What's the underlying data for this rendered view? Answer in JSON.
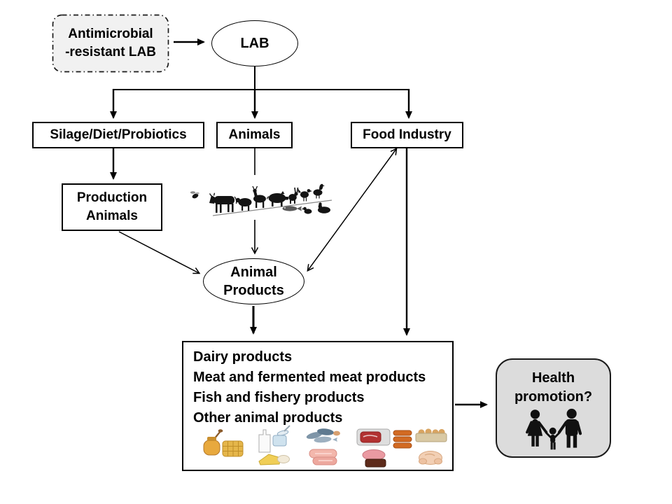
{
  "nodes": {
    "source": {
      "line1": "Antimicrobial",
      "line2": "-resistant LAB"
    },
    "lab": {
      "label": "LAB"
    },
    "silage": {
      "label": "Silage/Diet/Probiotics"
    },
    "animals": {
      "label": "Animals"
    },
    "food_industry": {
      "label": "Food Industry"
    },
    "production_animals": {
      "line1": "Production",
      "line2": "Animals"
    },
    "animal_products": {
      "line1": "Animal",
      "line2": "Products"
    },
    "products": {
      "lines": [
        "Dairy products",
        "Meat and fermented meat products",
        "Fish and fishery products",
        "Other animal products"
      ]
    },
    "health": {
      "line1": "Health",
      "line2": "promotion?"
    }
  },
  "icons": {
    "farm_animals": "farm-animal silhouettes: bee, cow, sheep, goat, pig, rabbit, hen, duck, fish, waterfowl",
    "food_images": [
      "honey and honeycomb",
      "milk, yogurt and cheese",
      "fish, seafood and fillets",
      "meat tray and sausages",
      "eggs and raw chicken"
    ],
    "family": "family silhouette: woman, child, man holding hands"
  },
  "colors": {
    "background": "#ffffff",
    "node_fill": "#ffffff",
    "source_fill": "#f1f1f1",
    "health_fill": "#dcdcdc",
    "stroke": "#000000"
  }
}
